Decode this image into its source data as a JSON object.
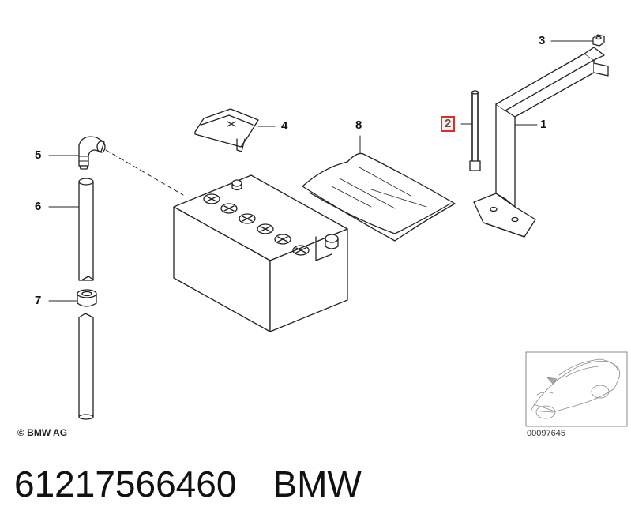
{
  "callouts": {
    "c1": "1",
    "c2": "2",
    "c3": "3",
    "c4": "4",
    "c5": "5",
    "c6": "6",
    "c7": "7",
    "c8": "8"
  },
  "copyright": "© BMW AG",
  "diagram_number": "00097645",
  "footer": {
    "part_number": "61217566460",
    "brand": "BMW"
  }
}
